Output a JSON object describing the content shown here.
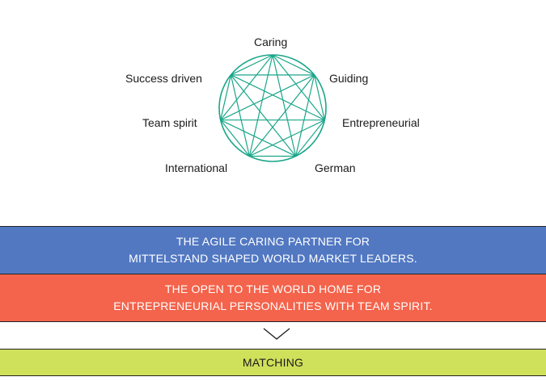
{
  "diagram": {
    "accent_color": "#1aa689",
    "nodes": [
      {
        "label": "Caring"
      },
      {
        "label": "Guiding"
      },
      {
        "label": "Entrepreneurial"
      },
      {
        "label": "German"
      },
      {
        "label": "International"
      },
      {
        "label": "Team spirit"
      },
      {
        "label": "Success driven"
      }
    ]
  },
  "bands": {
    "blue": {
      "line1": "THE AGILE CARING PARTNER FOR",
      "line2": "MITTELSTAND SHAPED WORLD MARKET LEADERS.",
      "color": "#5278c2"
    },
    "red": {
      "line1": "THE OPEN TO THE WORLD HOME FOR",
      "line2": "ENTREPRENEURIAL PERSONALITIES WITH TEAM SPIRIT.",
      "color": "#f4634b"
    },
    "arrow_icon": "chevron-down-icon",
    "green": {
      "label": "MATCHING",
      "color": "#cfe05a"
    }
  }
}
